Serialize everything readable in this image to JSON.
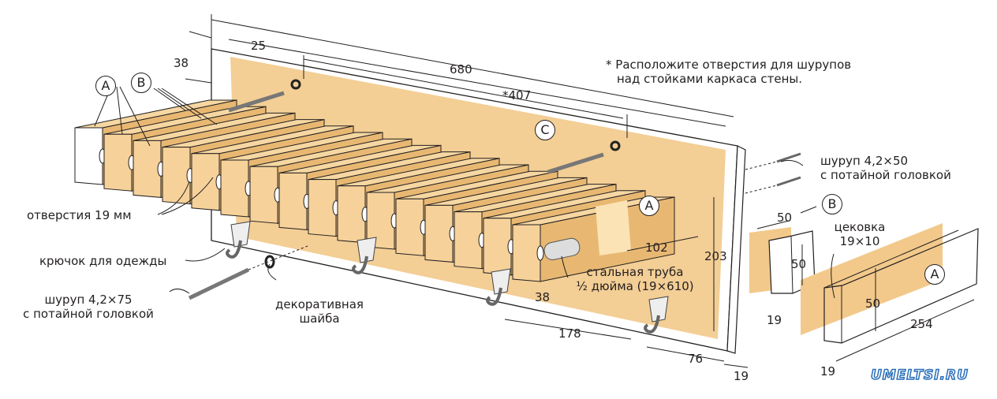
{
  "title_note": [
    "* Расположите отверстия для шурупов",
    "над стойками каркаса стены."
  ],
  "labels": {
    "holes": "отверстия 19 мм",
    "hook": "крючок для одежды",
    "screw75": [
      "шуруп 4,2×75",
      "с потайной головкой"
    ],
    "washer": [
      "декоративная",
      "шайба"
    ],
    "screw50": [
      "шуруп 4,2×50",
      "с потайной головкой"
    ],
    "pipe": [
      "стальная труба",
      "½ дюйма (19×610)"
    ],
    "counterbore": [
      "цековка",
      "19×10"
    ]
  },
  "parts": {
    "a": "A",
    "b": "B",
    "c": "C"
  },
  "dimensions": {
    "d25": "25",
    "d38_top": "38",
    "d680": "680",
    "d407": "*407",
    "d102": "102",
    "d203": "203",
    "d38_low": "38",
    "d178": "178",
    "d76": "76",
    "d19_board": "19",
    "b_w": "50",
    "b_h": "50",
    "b_t": "19",
    "a_h": "50",
    "a_len": "254",
    "a_t": "19"
  },
  "watermark": "UMELTSI.RU",
  "colors": {
    "wood": "#f2c98a",
    "wood_dark": "#e3ad63",
    "line": "#231f20"
  }
}
